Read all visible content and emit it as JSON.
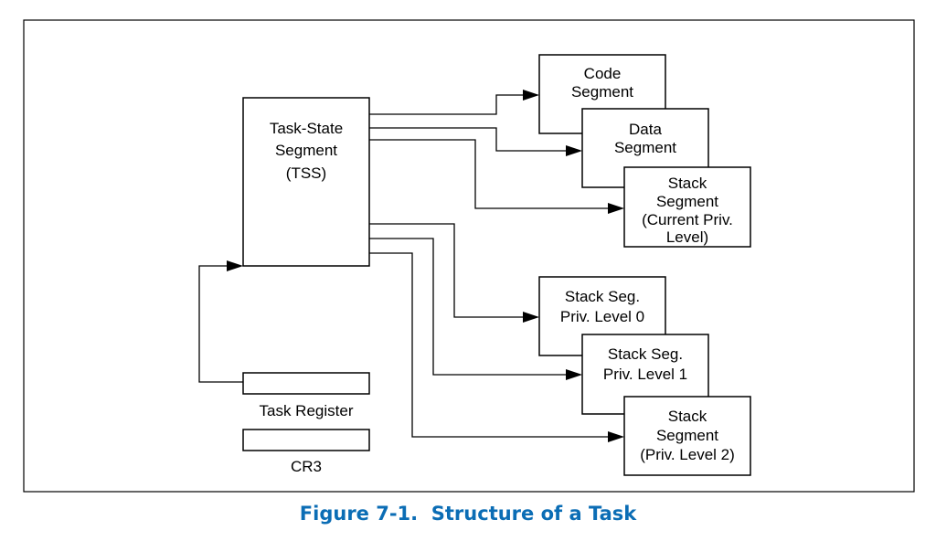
{
  "caption": "Figure 7-1.  Structure of a Task",
  "tss": {
    "line1": "Task-State",
    "line2": "Segment",
    "line3": "(TSS)"
  },
  "code_segment": {
    "line1": "Code",
    "line2": "Segment"
  },
  "data_segment": {
    "line1": "Data",
    "line2": "Segment"
  },
  "stack_current": {
    "line1": "Stack",
    "line2": "Segment",
    "line3": "(Current Priv.",
    "line4": "Level)"
  },
  "stack_pl0": {
    "line1": "Stack Seg.",
    "line2": "Priv. Level 0"
  },
  "stack_pl1": {
    "line1": "Stack Seg.",
    "line2": "Priv. Level 1"
  },
  "stack_pl2": {
    "line1": "Stack",
    "line2": "Segment",
    "line3": "(Priv. Level 2)"
  },
  "task_register": {
    "label": "Task Register"
  },
  "cr3": {
    "label": "CR3"
  }
}
